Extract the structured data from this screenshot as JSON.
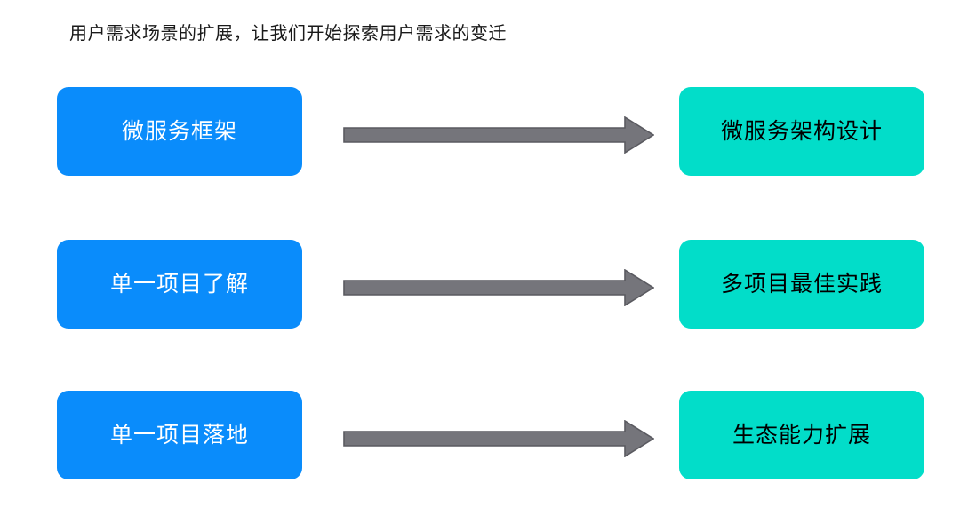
{
  "title": "用户需求场景的扩展，让我们开始探索用户需求的变迁",
  "colors": {
    "background": "#ffffff",
    "left_box_fill": "#0a8cfb",
    "left_box_text": "#ffffff",
    "right_box_fill": "#02ddc9",
    "right_box_text": "#000000",
    "arrow_fill": "#75757b",
    "arrow_stroke": "#5a5a60",
    "title_text": "#1a1a1a"
  },
  "rows": [
    {
      "from": "微服务框架",
      "to": "微服务架构设计",
      "connector": "right-arrow"
    },
    {
      "from": "单一项目了解",
      "to": "多项目最佳实践",
      "connector": "right-arrow"
    },
    {
      "from": "单一项目落地",
      "to": "生态能力扩展",
      "connector": "right-arrow"
    }
  ]
}
